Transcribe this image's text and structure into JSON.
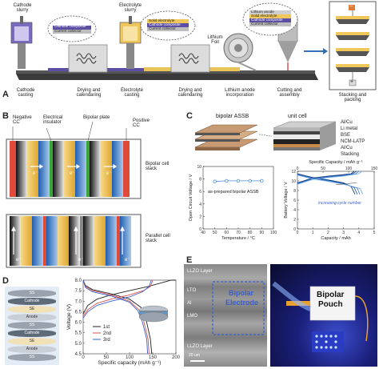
{
  "panel_a": {
    "label": "A",
    "cathode_slurry": "Cathode slurry",
    "electrolyte_slurry": "Electrolyte slurry",
    "bubble1": [
      "Cathode composite",
      "Current collector"
    ],
    "bubble2": [
      "Solid electrolyte",
      "Cathode composite",
      "Current collector"
    ],
    "bubble3": [
      "Lithium anode",
      "Solid electrolyte",
      "Cathode composite",
      "Current collector"
    ],
    "lithium_foil": "Lithium Foil",
    "steps": [
      "Cathode casting",
      "Drying and calendaring",
      "Electrolyte casting",
      "Drying and calendaring",
      "Lithium anode incorporation",
      "Cutting and assembly",
      "Stacking and packing"
    ],
    "stack_minus": "−",
    "stack_plus": "+"
  },
  "panel_b": {
    "label": "B",
    "negative_cc": "Negative CC",
    "electrical_insulator": "Electrical insulator",
    "bipolar_plate": "Bipolar plate",
    "positive_cc": "Positive CC",
    "bipolar_cell_stack": "Bipolar cell stack",
    "parallel_cell_stack": "Parallel cell stack",
    "electron": "e⁻"
  },
  "panel_c": {
    "label": "C",
    "bipolar_assb": "bipolar ASSB",
    "unit_cell": "unit cell",
    "layers": [
      "Al/Cu",
      "Li metal",
      "BSE",
      "NCM-LATP",
      "Al/Cu",
      "Stacking"
    ]
  },
  "panel_d": {
    "label": "D",
    "layers": [
      "SS",
      "Cathode",
      "SE",
      "Anode",
      "SS",
      "Cathode",
      "SE",
      "Anode",
      "SS"
    ]
  },
  "panel_e": {
    "label": "E",
    "layers": [
      "LLZO Layer",
      "LTO",
      "Al",
      "LMO",
      "LLZO Layer"
    ],
    "bipolar_electrode": [
      "Bipolar",
      "Electrode"
    ],
    "scale": "20 um",
    "pouch": [
      "Bipolar",
      "Pouch"
    ]
  },
  "chart_data": [
    {
      "type": "scatter",
      "title": "",
      "xlabel": "Temperature / °C",
      "ylabel": "Open Circuit Voltage / V",
      "annotation": "as-prepared bipolar ASSB",
      "xlim": [
        40,
        100
      ],
      "ylim": [
        0,
        10
      ],
      "xticks": [
        "40",
        "50",
        "60",
        "70",
        "80",
        "90",
        "100"
      ],
      "yticks": [
        "0",
        "2",
        "4",
        "6",
        "8",
        "10"
      ],
      "x": [
        50,
        60,
        70,
        80,
        90
      ],
      "y": [
        7.6,
        7.7,
        7.7,
        7.7,
        7.7
      ],
      "color": "#4a90d9"
    },
    {
      "type": "line",
      "title": "",
      "xlabel": "Capacity / mAh",
      "x2label": "Specific Capacity / mAh g⁻¹",
      "ylabel": "Battery Voltage / V",
      "annotation": "increasing cycle number",
      "xlim": [
        0,
        5
      ],
      "x2lim": [
        0,
        150
      ],
      "ylim": [
        0,
        12
      ],
      "xticks": [
        "0",
        "1",
        "2",
        "3",
        "4",
        "5"
      ],
      "x2ticks": [
        "0",
        "50",
        "100",
        "150"
      ],
      "yticks": [
        "0",
        "2",
        "4",
        "6",
        "8",
        "10",
        "12"
      ],
      "series": [
        {
          "charge": [
            [
              0,
              9.6
            ],
            [
              1,
              10.6
            ],
            [
              2,
              11.0
            ],
            [
              3,
              11.3
            ],
            [
              3.5,
              11.5
            ],
            [
              3.7,
              12.0
            ]
          ],
          "discharge": [
            [
              0,
              11.5
            ],
            [
              1,
              10.7
            ],
            [
              2,
              10.2
            ],
            [
              3,
              9.6
            ],
            [
              3.5,
              8.8
            ],
            [
              3.75,
              7.2
            ]
          ]
        },
        {
          "charge": [
            [
              0,
              9.5
            ],
            [
              1,
              10.5
            ],
            [
              2,
              10.9
            ],
            [
              3,
              11.2
            ],
            [
              3.6,
              11.5
            ],
            [
              3.85,
              12.0
            ]
          ],
          "discharge": [
            [
              0,
              11.4
            ],
            [
              1,
              10.6
            ],
            [
              2,
              10.1
            ],
            [
              3,
              9.5
            ],
            [
              3.7,
              8.6
            ],
            [
              3.9,
              7.2
            ]
          ]
        },
        {
          "charge": [
            [
              0,
              9.4
            ],
            [
              1,
              10.4
            ],
            [
              2,
              10.8
            ],
            [
              3,
              11.1
            ],
            [
              3.8,
              11.5
            ],
            [
              4.0,
              12.0
            ]
          ],
          "discharge": [
            [
              0,
              11.3
            ],
            [
              1,
              10.5
            ],
            [
              2,
              10.0
            ],
            [
              3,
              9.4
            ],
            [
              3.9,
              8.5
            ],
            [
              4.05,
              7.2
            ]
          ]
        },
        {
          "charge": [
            [
              0,
              9.3
            ],
            [
              1,
              10.3
            ],
            [
              2,
              10.7
            ],
            [
              3,
              11.0
            ],
            [
              4.0,
              11.5
            ],
            [
              4.2,
              12.0
            ]
          ],
          "discharge": [
            [
              0,
              11.2
            ],
            [
              1,
              10.4
            ],
            [
              2,
              9.9
            ],
            [
              3,
              9.3
            ],
            [
              4.1,
              8.4
            ],
            [
              4.25,
              7.2
            ]
          ]
        }
      ]
    },
    {
      "type": "line",
      "title": "",
      "xlabel": "Specific capacity (mAh g⁻¹)",
      "ylabel": "Voltage (V)",
      "xlim": [
        0,
        200
      ],
      "ylim": [
        4.5,
        8.0
      ],
      "xticks": [
        "0",
        "50",
        "100",
        "150",
        "200"
      ],
      "yticks": [
        "4.5",
        "5.0",
        "5.5",
        "6.0",
        "6.5",
        "7.0",
        "7.5",
        "8.0"
      ],
      "series": [
        {
          "name": "1st",
          "color": "#222222",
          "charge": [
            [
              0,
              6.4
            ],
            [
              10,
              6.8
            ],
            [
              30,
              7.1
            ],
            [
              60,
              7.3
            ],
            [
              100,
              7.5
            ],
            [
              140,
              7.7
            ],
            [
              165,
              7.85
            ],
            [
              190,
              8.0
            ],
            [
              200,
              8.0
            ]
          ],
          "discharge": [
            [
              0,
              8.0
            ],
            [
              5,
              7.75
            ],
            [
              20,
              7.55
            ],
            [
              60,
              7.35
            ],
            [
              100,
              7.1
            ],
            [
              125,
              6.7
            ],
            [
              135,
              6.2
            ],
            [
              145,
              5.2
            ],
            [
              148,
              4.5
            ]
          ]
        },
        {
          "name": "2nd",
          "color": "#d9534f",
          "charge": [
            [
              0,
              6.3
            ],
            [
              10,
              6.6
            ],
            [
              30,
              6.9
            ],
            [
              60,
              7.1
            ],
            [
              100,
              7.3
            ],
            [
              130,
              7.5
            ],
            [
              145,
              7.7
            ],
            [
              150,
              8.0
            ]
          ],
          "discharge": [
            [
              0,
              8.0
            ],
            [
              5,
              7.7
            ],
            [
              20,
              7.5
            ],
            [
              60,
              7.3
            ],
            [
              100,
              7.0
            ],
            [
              120,
              6.6
            ],
            [
              130,
              6.1
            ],
            [
              140,
              5.2
            ],
            [
              142,
              4.5
            ]
          ]
        },
        {
          "name": "3rd",
          "color": "#3a5fcd",
          "charge": [
            [
              0,
              6.2
            ],
            [
              10,
              6.5
            ],
            [
              30,
              6.8
            ],
            [
              60,
              7.0
            ],
            [
              100,
              7.2
            ],
            [
              128,
              7.45
            ],
            [
              142,
              7.7
            ],
            [
              147,
              8.0
            ]
          ],
          "discharge": [
            [
              0,
              8.0
            ],
            [
              5,
              7.65
            ],
            [
              20,
              7.45
            ],
            [
              60,
              7.25
            ],
            [
              100,
              6.95
            ],
            [
              118,
              6.55
            ],
            [
              128,
              6.0
            ],
            [
              137,
              5.2
            ],
            [
              139,
              4.5
            ]
          ]
        }
      ]
    }
  ]
}
